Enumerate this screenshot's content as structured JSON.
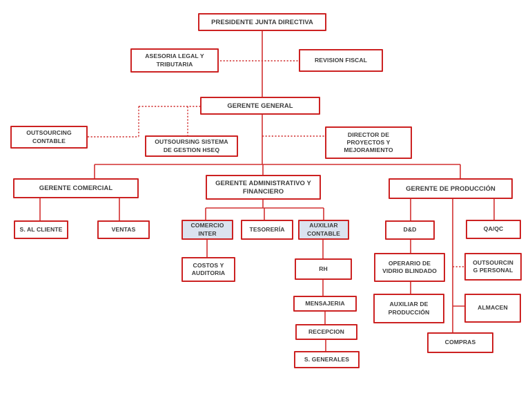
{
  "diagram": {
    "type": "org-chart",
    "accent_color": "#cc2121",
    "shaded_fill": "#dbe3ef",
    "text_color": "#3b3b3b",
    "nodes": {
      "presidente": {
        "label": "PRESIDENTE JUNTA DIRECTIVA"
      },
      "asesoria": {
        "label": "ASESORIA LEGAL Y\nTRIBUTARIA"
      },
      "revision": {
        "label": "REVISION FISCAL"
      },
      "gerente_general": {
        "label": "GERENTE GENERAL"
      },
      "outsourcing_contable": {
        "label": "OUTSOURCING\nCONTABLE"
      },
      "outsoursing_hseq": {
        "label": "OUTSOURSING SISTEMA\nDE GESTION HSEQ"
      },
      "director_proyectos": {
        "label": "DIRECTOR DE\nPROYECTOS Y\nMEJORAMIENTO"
      },
      "gerente_comercial": {
        "label": "GERENTE COMERCIAL"
      },
      "gerente_admin": {
        "label": "GERENTE ADMINISTRATIVO Y\nFINANCIERO"
      },
      "gerente_produccion": {
        "label": "GERENTE DE PRODUCCIÓN"
      },
      "s_al_cliente": {
        "label": "S. AL CLIENTE"
      },
      "ventas": {
        "label": "VENTAS"
      },
      "comercio_inter": {
        "label": "COMERCIO\nINTER",
        "shaded": true
      },
      "tesoreria": {
        "label": "TESORERÍA"
      },
      "auxiliar_contable": {
        "label": "AUXILIAR\nCONTABLE",
        "shaded": true
      },
      "costos_auditoria": {
        "label": "COSTOS Y\nAUDITORIA"
      },
      "rh": {
        "label": "RH"
      },
      "mensajeria": {
        "label": "MENSAJERIA"
      },
      "recepcion": {
        "label": "RECEPCION"
      },
      "s_generales": {
        "label": "S. GENERALES"
      },
      "dd": {
        "label": "D&D"
      },
      "qaqc": {
        "label": "QA/QC"
      },
      "operario_vidrio": {
        "label": "OPERARIO DE\nVIDRIO BLINDADO"
      },
      "outsourcing_personal": {
        "label": "OUTSOURCIN\nG PERSONAL"
      },
      "auxiliar_produccion": {
        "label": "AUXILIAR DE\nPRODUCCIÓN"
      },
      "almacen": {
        "label": "ALMACEN"
      },
      "compras": {
        "label": "COMPRAS"
      }
    },
    "edges_solid": [
      "presidente - gerente_general",
      "gerente_general - gerente_comercial",
      "gerente_general - gerente_admin",
      "gerente_general - gerente_produccion",
      "gerente_comercial - s_al_cliente",
      "gerente_comercial - ventas",
      "gerente_admin - comercio_inter",
      "gerente_admin - tesoreria",
      "gerente_admin - auxiliar_contable",
      "comercio_inter - costos_auditoria",
      "auxiliar_contable - rh",
      "rh - mensajeria",
      "mensajeria - recepcion",
      "recepcion - s_generales",
      "gerente_produccion - dd",
      "gerente_produccion - qaqc",
      "gerente_produccion - compras",
      "gerente_produccion - almacen",
      "dd - operario_vidrio",
      "operario_vidrio - auxiliar_produccion"
    ],
    "edges_dotted": [
      "presidente - asesoria",
      "presidente - revision",
      "gerente_general - outsourcing_contable",
      "gerente_general - outsoursing_hseq",
      "gerente_general - director_proyectos",
      "gerente_produccion - outsourcing_personal"
    ]
  }
}
